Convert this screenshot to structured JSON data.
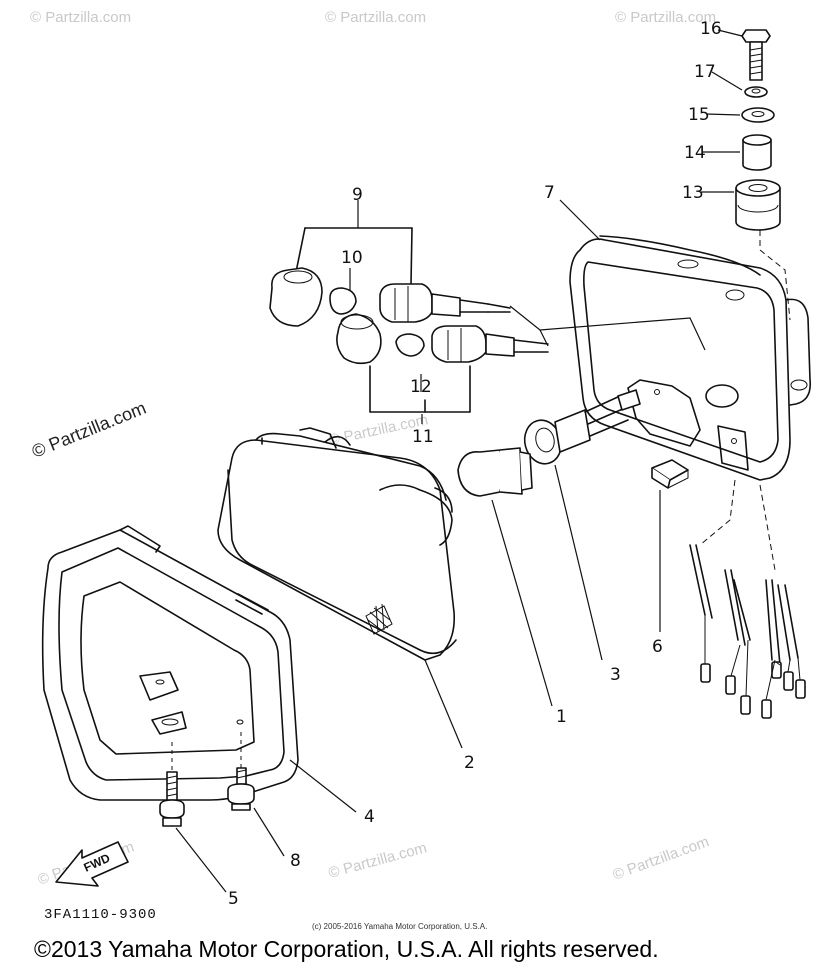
{
  "watermark": "© Partzilla.com",
  "side_watermark": "© Partzilla.com",
  "part_labels": {
    "p1": "1",
    "p2": "2",
    "p3": "3",
    "p4": "4",
    "p5": "5",
    "p6": "6",
    "p7": "7",
    "p8": "8",
    "p9": "9",
    "p10": "10",
    "p11": "11",
    "p12": "12",
    "p13": "13",
    "p14": "14",
    "p15": "15",
    "p16": "16",
    "p17": "17"
  },
  "fwd_label": "FWD",
  "diagram_code": "3FA1110-9300",
  "small_copyright": "(c) 2005-2016 Yamaha Motor Corporation, U.S.A.",
  "footer_copyright": "©2013 Yamaha Motor Corporation, U.S.A. All rights reserved."
}
